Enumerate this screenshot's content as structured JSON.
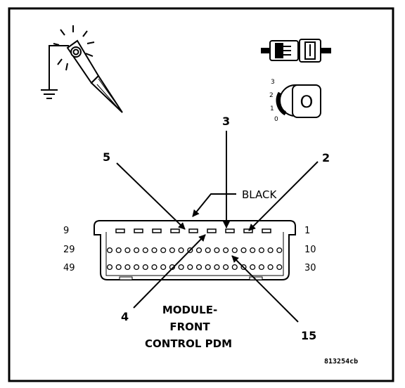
{
  "callouts": {
    "pin_5": "5",
    "pin_3": "3",
    "pin_2": "2",
    "pin_4": "4",
    "pin_15": "15",
    "black": "BLACK"
  },
  "row_labels": {
    "top_left": "9",
    "mid_left": "29",
    "bottom_left": "49",
    "top_right": "1",
    "mid_right": "10",
    "bottom_right": "30"
  },
  "module_label": {
    "line1": "MODULE-",
    "line2": "FRONT",
    "line3": "CONTROL PDM"
  },
  "ignition_positions": {
    "p3": "3",
    "p2": "2",
    "p1": "1",
    "p0": "0"
  },
  "key_glyph": "O",
  "figure_id": "813254cb",
  "icons": {
    "test_light": "test-light-icon",
    "connector": "disconnected-connector-icon",
    "ignition": "ignition-switch-icon",
    "ground": "ground-icon"
  }
}
